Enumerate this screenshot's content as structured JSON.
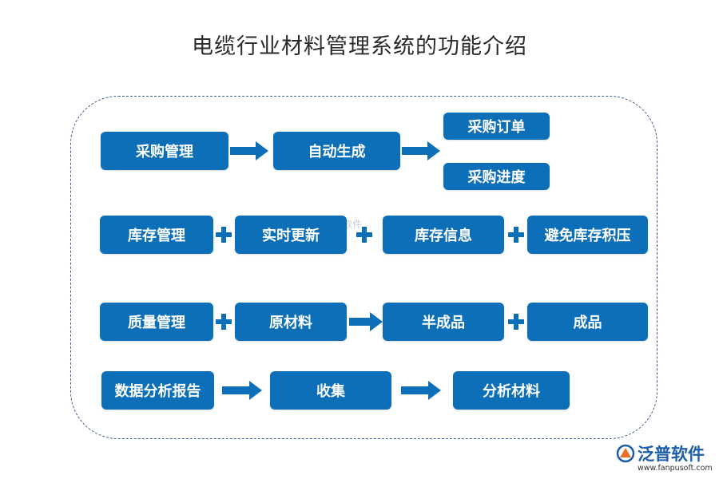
{
  "title": "电缆行业材料管理系统的功能介绍",
  "rows": {
    "purchase": {
      "main": "采购管理",
      "auto": "自动生成",
      "order": "采购订单",
      "progress": "采购进度"
    },
    "inventory": {
      "main": "库存管理",
      "update": "实时更新",
      "info": "库存信息",
      "avoid": "避免库存积压"
    },
    "quality": {
      "main": "质量管理",
      "raw": "原材料",
      "semi": "半成品",
      "finished": "成品"
    },
    "report": {
      "main": "数据分析报告",
      "collect": "收集",
      "analyze": "分析材料"
    }
  },
  "watermark": "泛普软件",
  "logo": {
    "name": "泛普软件",
    "url": "www.fanpusoft.com"
  },
  "colors": {
    "box": "#0d6fb8",
    "frame": "#3f5f8c",
    "logo": "#1c5ea8",
    "logo_accent": "#e8702a"
  }
}
